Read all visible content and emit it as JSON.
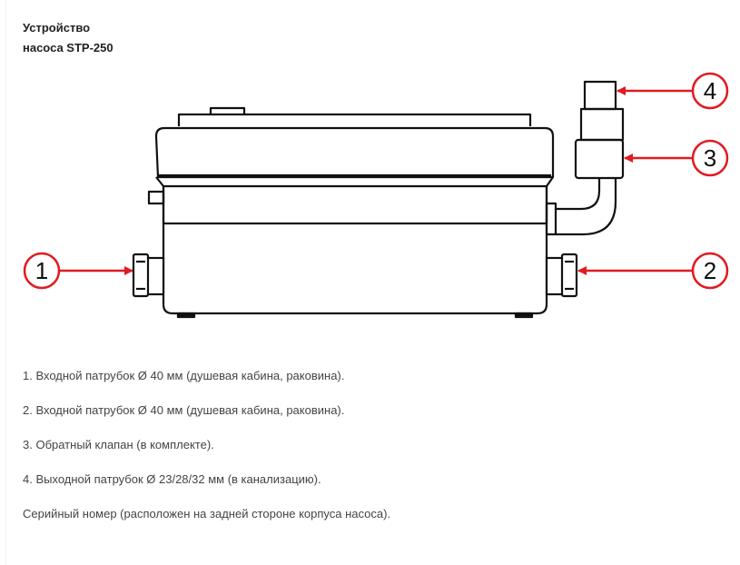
{
  "title": {
    "line1": "Устройство",
    "line2": "насоса STP-250"
  },
  "diagram": {
    "callouts": [
      "1",
      "2",
      "3",
      "4"
    ],
    "accent_color": "#e01b22"
  },
  "notes": [
    "1. Входной патрубок Ø 40 мм (душевая кабина, раковина).",
    "2. Входной патрубок Ø 40 мм (душевая кабина, раковина).",
    "3. Обратный клапан (в комплекте).",
    "4. Выходной патрубок Ø 23/28/32 мм (в канализацию).",
    "Серийный номер (расположен на задней стороне корпуса насоса)."
  ]
}
